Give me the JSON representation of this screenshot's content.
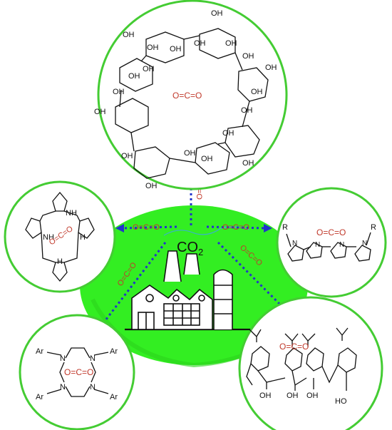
{
  "center": {
    "label_main": "CO",
    "label_sub": "2"
  },
  "co2_symbol": "O=C=O",
  "co2_vertical": "O=C=O",
  "substituents": {
    "oh": "OH",
    "nh": "NH",
    "n": "N",
    "h": "H",
    "ar": "Ar",
    "r": "R",
    "ho": "HO"
  },
  "colors": {
    "background_blob": "#33ee22",
    "circle_border": "#44cc33",
    "arrow": "#2233cc",
    "co2": "#c0392b",
    "structure": "#111111"
  },
  "nodes": [
    {
      "name": "cyclodextrin",
      "icon": "cyclodextrin-ring"
    },
    {
      "name": "porphyrinogen-macrocycle",
      "icon": "pyrrole-macrocycle"
    },
    {
      "name": "pyrrole-chain",
      "icon": "pyrrole-chain"
    },
    {
      "name": "cyclen-derivative",
      "icon": "tetraaza-macrocycle"
    },
    {
      "name": "calixarene",
      "icon": "calixarene-cup"
    }
  ],
  "icons": {
    "factory": "factory-icon"
  }
}
